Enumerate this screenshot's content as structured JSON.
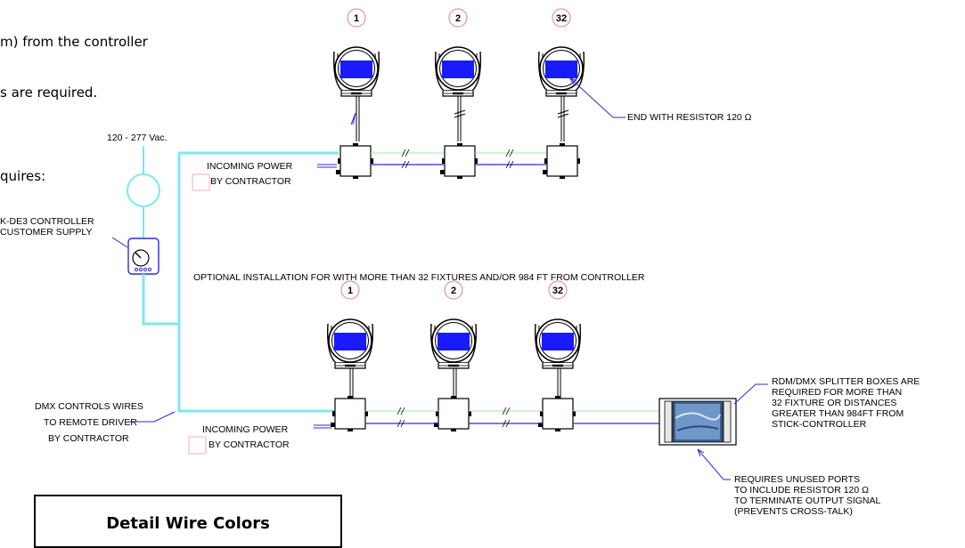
{
  "intro": {
    "line1": "m) from the controller",
    "line2": "s are required.",
    "line3": "quires:"
  },
  "supply": {
    "voltage": "120 - 277 Vac.",
    "controller_line1": "K-DE3 CONTROLLER",
    "controller_line2": "CUSTOMER SUPPLY"
  },
  "top_run": {
    "fixture_numbers": [
      "1",
      "2",
      "32"
    ],
    "end_note": "END WITH  RESISTOR 120 Ω",
    "power_line1": "INCOMING POWER",
    "power_line2": "BY CONTRACTOR"
  },
  "optional_note": "OPTIONAL INSTALLATION FOR  WITH MORE THAN 32 FIXTURES AND/OR  984 FT FROM CONTROLLER",
  "bottom_run": {
    "fixture_numbers": [
      "1",
      "2",
      "32"
    ],
    "power_line1": "INCOMING POWER",
    "power_line2": "BY CONTRACTOR"
  },
  "dmx_note": {
    "line1": "DMX CONTROLS WIRES",
    "line2": "TO REMOTE DRIVER",
    "line3": "BY CONTRACTOR"
  },
  "splitter_note": {
    "line1": "RDM/DMX SPLITTER BOXES ARE",
    "line2": "REQUIRED FOR MORE THAN",
    "line3": "32 FIXTURE OR DISTANCES",
    "line4": "GREATER THAN 984FT FROM",
    "line5": "STICK-CONTROLLER"
  },
  "ports_note": {
    "line1": "REQUIRES UNUSED PORTS",
    "line2": "TO INCLUDE RESISTOR 120 Ω",
    "line3": "TO TERMINATE OUTPUT SIGNAL",
    "line4": "(PREVENTS CROSS-TALK)"
  },
  "detail_title": "Detail Wire Colors",
  "colors": {
    "power_wire": "#7fe6f2",
    "dmx_wire": "#2a2ae0",
    "signal_wire": "#a6e8a6",
    "fixture_lens": "#1a1aff"
  }
}
